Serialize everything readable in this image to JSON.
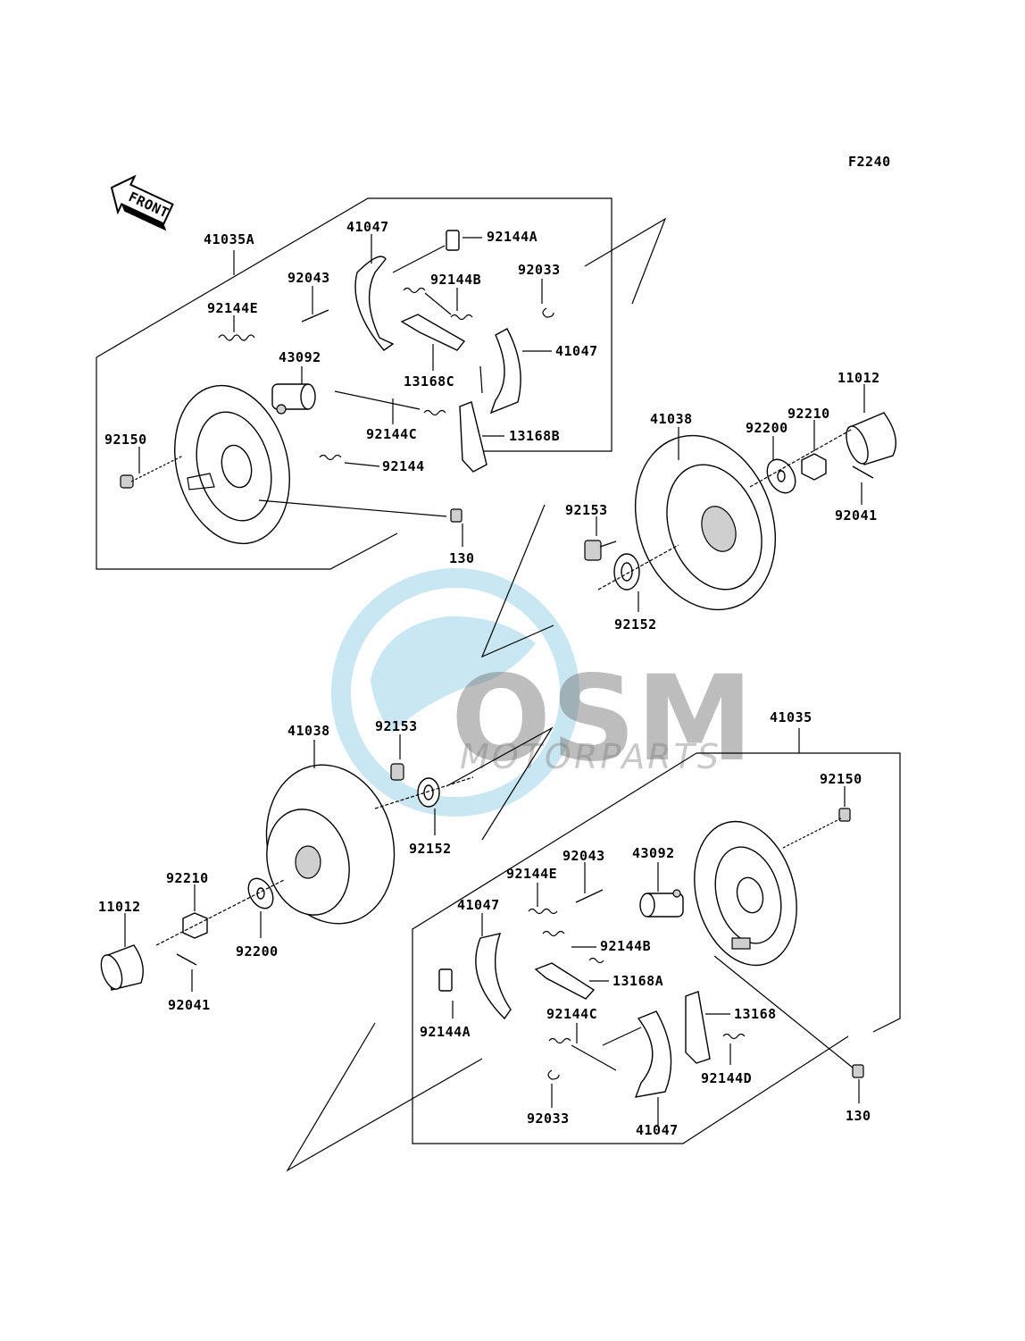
{
  "diagram": {
    "code": "F2240",
    "front_arrow": "FRONT",
    "watermark": {
      "brand": "OSM",
      "sub": "MOTORPARTS"
    },
    "upper_assembly": {
      "group_label": "41035A",
      "labels": {
        "shoe_top": "41047",
        "clip_a": "92144A",
        "pin": "92043",
        "spring_b": "92144B",
        "circlip": "92033",
        "spring_e": "92144E",
        "lever_c": "13168C",
        "shoe_right": "41047",
        "cylinder": "43092",
        "spring_c": "92144C",
        "lever_b": "13168B",
        "bolt": "92150",
        "spring": "92144",
        "screw": "130"
      }
    },
    "upper_drum": {
      "drum": "41038",
      "stud": "92153",
      "seal": "92152",
      "washer": "92200",
      "nut": "92210",
      "cap": "11012",
      "cotter_pin": "92041"
    },
    "lower_drum": {
      "drum": "41038",
      "stud": "92153",
      "seal": "92152",
      "nut": "92210",
      "cap": "11012",
      "washer": "92200",
      "cotter_pin": "92041"
    },
    "lower_assembly": {
      "group_label": "41035",
      "labels": {
        "bolt": "92150",
        "pin": "92043",
        "cylinder": "43092",
        "spring_e": "92144E",
        "shoe_left": "41047",
        "spring_b": "92144B",
        "lever_a": "13168A",
        "clip_a": "92144A",
        "spring_c": "92144C",
        "lever": "13168",
        "spring_d": "92144D",
        "circlip": "92033",
        "shoe_bottom": "41047",
        "screw": "130"
      }
    }
  }
}
